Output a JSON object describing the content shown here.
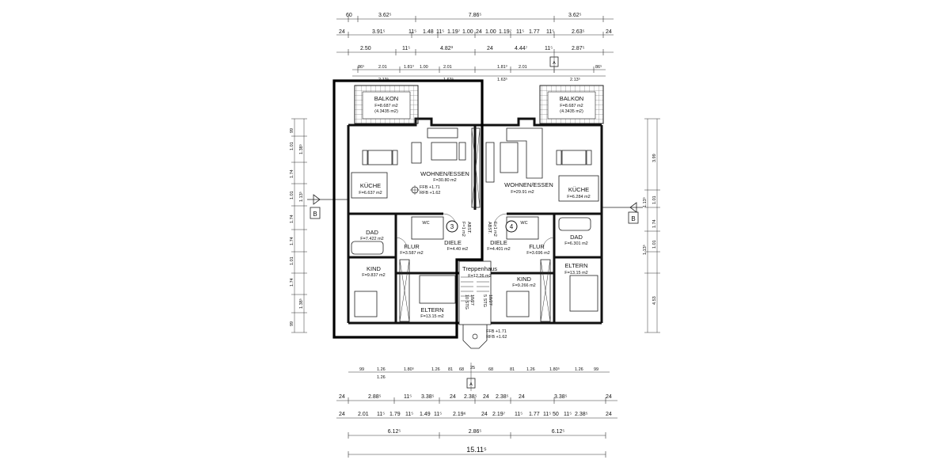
{
  "dimensions": {
    "top_row1": [
      "60",
      "3.62⁵",
      "7.86⁵",
      "3.62⁵"
    ],
    "top_row2": [
      "24",
      "3.91⁵",
      "11⁵",
      "1.48",
      "11⁵",
      "1.19⁷",
      "1.00",
      "24",
      "1.00",
      "1.19⁷",
      "11⁵",
      "1.77",
      "11⁵",
      "2.63⁵",
      "24"
    ],
    "top_row3": [
      "2.50",
      "11⁵",
      "4.82³",
      "24",
      "4.44⁷",
      "11⁵",
      "2.87⁵"
    ],
    "top_row4": [
      "86⁵",
      "2.01",
      "1.81³",
      "1.00",
      "2.01",
      "1.81³",
      "2.01",
      "86⁵"
    ],
    "top_row4_sub": [
      "2.13⁵",
      "1.63⁵",
      "1.63⁵",
      "2.13⁵"
    ],
    "bottom_row1": [
      "99",
      "1.26",
      "1.26",
      "1.80⁵",
      "1.26",
      "81",
      "68",
      "25",
      "68",
      "81",
      "1.26",
      "1.80⁵",
      "1.26",
      "99"
    ],
    "bottom_row2": [
      "24",
      "2.88⁵",
      "11⁵",
      "3.38⁵",
      "24",
      "2.38⁵",
      "24",
      "2.38⁵",
      "24",
      "3.38⁵",
      "24"
    ],
    "bottom_row3": [
      "24",
      "2.01",
      "11⁵",
      "1.79",
      "11⁵",
      "1.49",
      "11⁵",
      "2.19⁶",
      "24",
      "2.19⁷",
      "11⁵",
      "1.77",
      "11⁵",
      "50",
      "11⁵",
      "2.38⁵",
      "24"
    ],
    "bottom_row4": [
      "6.12⁵",
      "2.86⁵",
      "6.12⁵"
    ],
    "bottom_total": "15.11⁵",
    "left_side": [
      "99",
      "1.01",
      "1.38⁵",
      "1.74",
      "1.01",
      "1.13⁵",
      "1.74",
      "1.74",
      "1.01",
      "1.74",
      "1.38⁵",
      "99"
    ],
    "right_side": [
      "3.99",
      "1.01",
      "1.13⁵",
      "1.74",
      "1.01",
      "1.13⁵",
      "4.53"
    ]
  },
  "section_markers": {
    "top": "A",
    "bottom": "A",
    "left": "B",
    "right": "B"
  },
  "unit_numbers": {
    "left": "3",
    "right": "4"
  },
  "rooms_left": {
    "balkon": {
      "name": "BALKON",
      "area": "F=8.687 m2",
      "area2": "(4.3435 m2)"
    },
    "wohnen": {
      "name": "WOHNEN/ESSEN",
      "area": "F=30.80 m2"
    },
    "level": {
      "line1": "FFB +1.71",
      "line2": "RFB +1.62"
    },
    "kuche": {
      "name": "KÜCHE",
      "area": "F=6.637 m2"
    },
    "abst": {
      "name": "ABST.",
      "area": "F=1 m2"
    },
    "dad": {
      "name": "DAD",
      "area": "F=7.422 m2"
    },
    "wc": {
      "name": "WC"
    },
    "flur": {
      "name": "FLUR",
      "area": "F=3.587 m2"
    },
    "diele": {
      "name": "DIELE",
      "area": "F=4.40 m2"
    },
    "kind": {
      "name": "KIND",
      "area": "F=9.837 m2"
    },
    "eltern": {
      "name": "ELTERN",
      "area": "F=13.15 m2"
    }
  },
  "rooms_right": {
    "balkon": {
      "name": "BALKON",
      "area": "F=8.687 m2",
      "area2": "(4.3435 m2)"
    },
    "wohnen": {
      "name": "WOHNEN/ESSEN",
      "area": "F=29.91 m2"
    },
    "kuche": {
      "name": "KÜCHE",
      "area": "F=6.284 m2"
    },
    "abst": {
      "name": "ABST.",
      "area": "F=1 m2"
    },
    "dad": {
      "name": "DAD",
      "area": "F=6.301 m2"
    },
    "wc": {
      "name": "WC"
    },
    "flur": {
      "name": "FLUR",
      "area": "F=3.696 m2"
    },
    "diele": {
      "name": "DIELE",
      "area": "F=4.401 m2"
    },
    "kind": {
      "name": "KIND",
      "area": "F=9.266 m2"
    },
    "eltern": {
      "name": "ELTERN",
      "area": "F=13.15 m2"
    }
  },
  "stair": {
    "name": "Treppenhaus",
    "area": "F=12.26 m2",
    "left_label1": "10 STG",
    "left_label2": "18/27",
    "right_label1": "5 STG",
    "right_label2": "18/27",
    "bottom_label1": "FFB +1.71",
    "bottom_label2": "RFB +1.62"
  }
}
